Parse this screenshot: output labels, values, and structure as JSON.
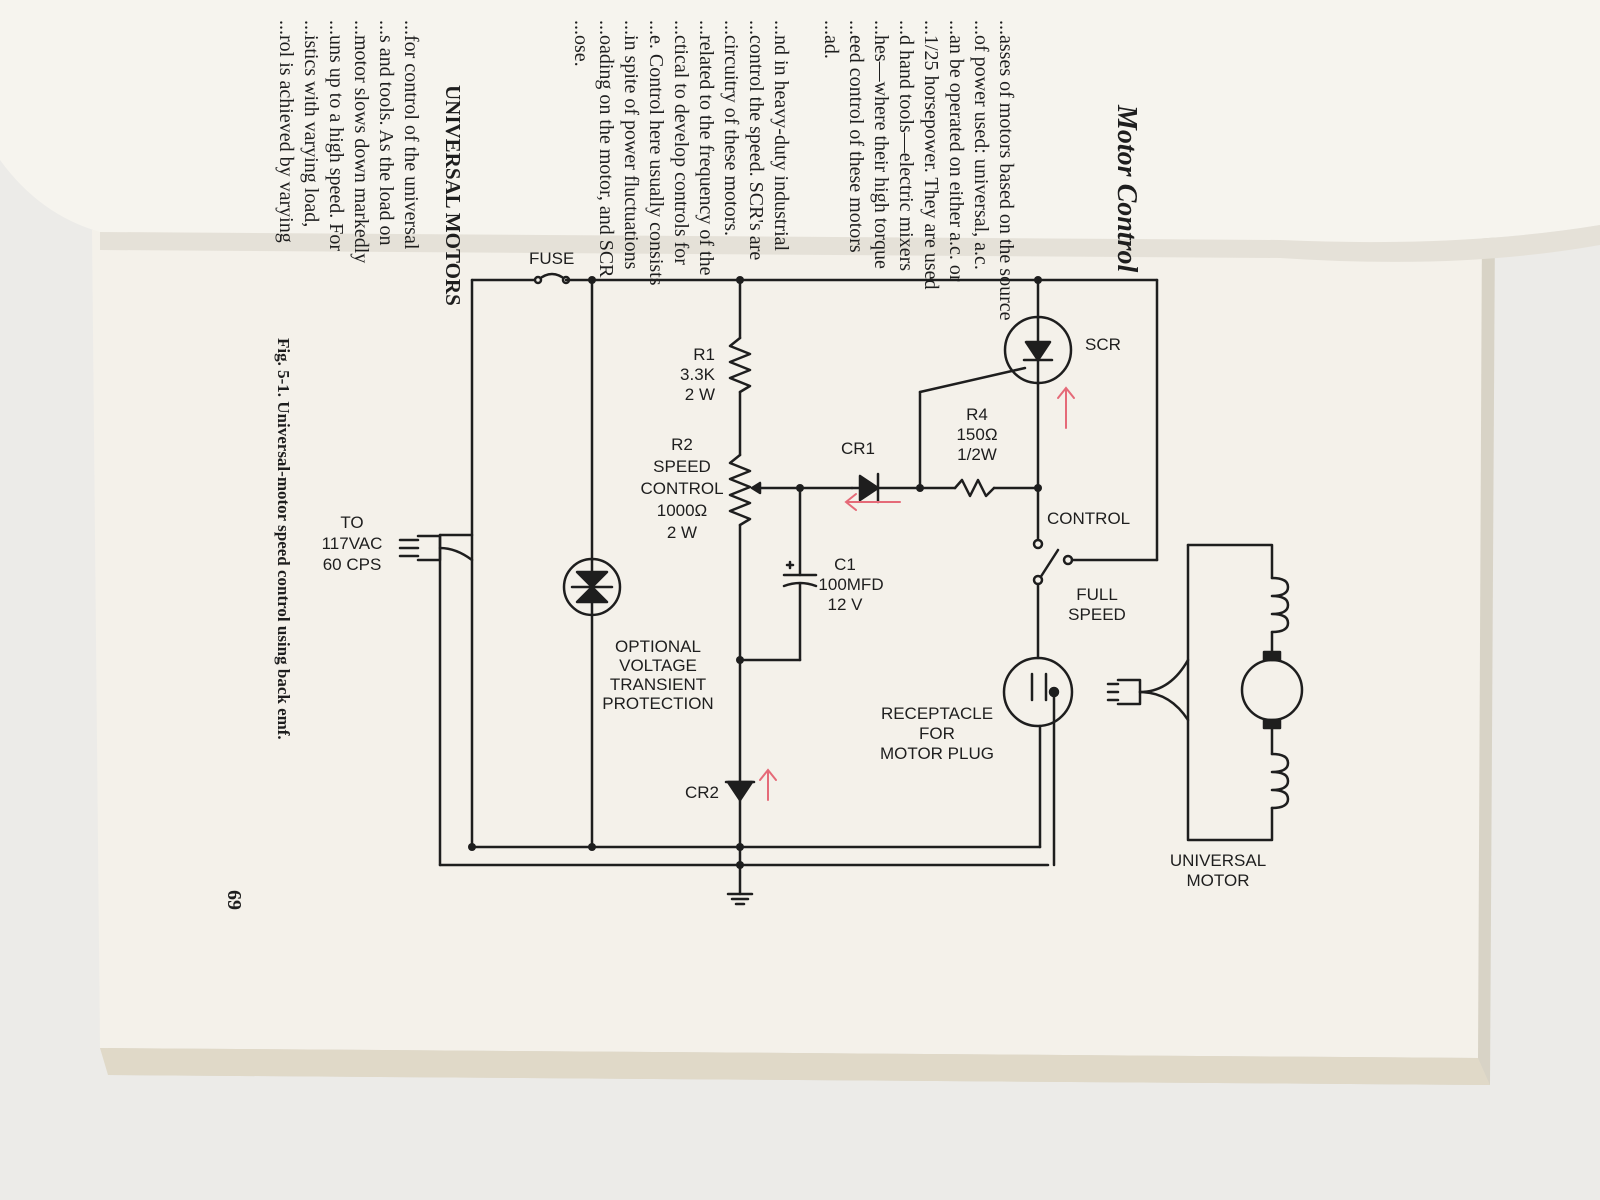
{
  "book": {
    "running_head": "Motor Control",
    "section_heading": "UNIVERSAL MOTORS",
    "page_number": "69",
    "body_lines": [
      "...asses of motors based on the source",
      "...of power used: universal, a.c.",
      "...an be operated on either a.c. or",
      "...1/25 horsepower. They are used",
      "...d hand tools—electric mixers",
      "...hes—where their high torque",
      "...eed control of these motors",
      "...ad.",
      "",
      "...nd in heavy-duty industrial",
      "...control the speed. SCR's are",
      "...circuitry of these motors.",
      "...related to the frequency of the",
      "...ctical to develop controls for",
      "...e. Control here usually consists",
      "...in spite of power fluctuations",
      "...oading on the motor, and SCR",
      "...ose."
    ],
    "section_lines": [
      "...for control of the universal",
      "...s and tools. As the load on",
      "...motor slows down markedly",
      "...uns up to a high speed. For",
      "...istics with varying load,",
      "...rol is achieved by varying"
    ]
  },
  "figure": {
    "caption": "Fig. 5-1. Universal-motor speed control using back emf.",
    "labels": {
      "fuse": "FUSE",
      "r1": [
        "R1",
        "3.3K",
        "2 W"
      ],
      "r2": [
        "R2",
        "SPEED",
        "CONTROL",
        "1000Ω",
        "2 W"
      ],
      "c1": [
        "C1",
        "100MFD",
        "12 V"
      ],
      "cr1": "CR1",
      "cr2": "CR2",
      "r4": [
        "R4",
        "150Ω",
        "1/2W"
      ],
      "scr": "SCR",
      "control": "CONTROL",
      "full_speed": [
        "FULL",
        "SPEED"
      ],
      "receptacle": [
        "RECEPTACLE",
        "FOR",
        "MOTOR PLUG"
      ],
      "supply": [
        "TO",
        "117VAC",
        "60 CPS"
      ],
      "transient": [
        "OPTIONAL",
        "VOLTAGE",
        "TRANSIENT",
        "PROTECTION"
      ],
      "motor": [
        "UNIVERSAL",
        "MOTOR"
      ]
    }
  },
  "colors": {
    "page": "#f4f1ea",
    "page_edge": "#d8d3c6",
    "ink": "#1e1e1e",
    "annotation": "#e56a78",
    "background": "#ecebe8"
  }
}
